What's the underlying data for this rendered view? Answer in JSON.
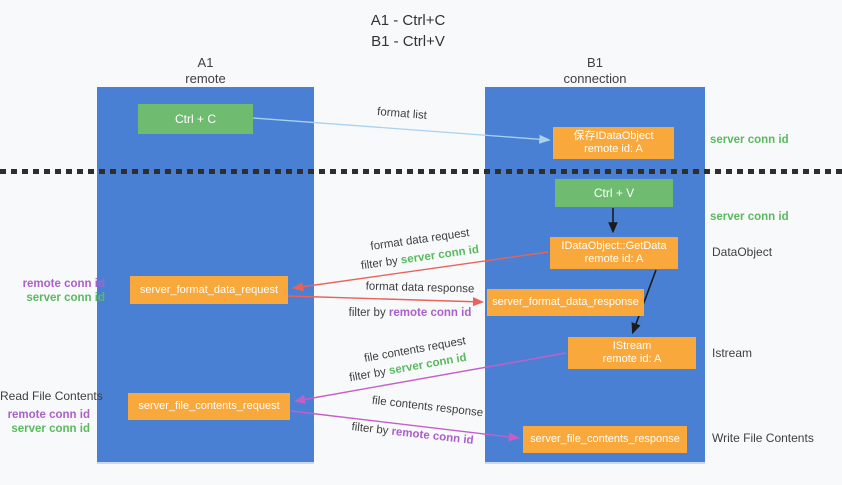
{
  "title": {
    "line1": "A1 - Ctrl+C",
    "line2": "B1 - Ctrl+V"
  },
  "lanes": {
    "a1": {
      "name": "A1",
      "subtitle": "remote"
    },
    "b1": {
      "name": "B1",
      "subtitle": "connection"
    }
  },
  "boxes": {
    "ctrl_c": "Ctrl + C",
    "ctrl_v": "Ctrl + V",
    "save_idataobject": {
      "line1": "保存IDataObject",
      "line2": "remote id: A"
    },
    "getdata": {
      "line1": "IDataObject::GetData",
      "line2": "remote id: A"
    },
    "istream": {
      "line1": "IStream",
      "line2": "remote id: A"
    },
    "format_request": "server_format_data_request",
    "format_response": "server_format_data_response",
    "file_request": "server_file_contents_request",
    "file_response": "server_file_contents_response"
  },
  "labels": {
    "format_list": "format list",
    "format_data_request": "format data request",
    "format_data_response": "format data response",
    "file_contents_request": "file contents request",
    "file_contents_response": "file contents response",
    "filter_by": "filter by",
    "server_conn_id": "server conn id",
    "remote_conn_id": "remote conn id"
  },
  "side_labels": {
    "server_conn_id_top": "server conn id",
    "server_conn_id_mid": "server conn id",
    "dataobject": "DataObject",
    "istream": "Istream",
    "write_file_contents": "Write File Contents",
    "read_file_contents": "Read File Contents",
    "remote_conn_id": "remote conn id",
    "server_conn_id": "server conn id"
  },
  "colors": {
    "background": "#f8f9fb",
    "lane-blue": "#4a80d4",
    "green-box": "#6fbc71",
    "orange-box": "#f9a83c",
    "green-text": "#5bb95f",
    "purple-text": "#ab5fc9",
    "red-arrow": "#e8635a",
    "magenta-arrow": "#c45ec9",
    "lightblue-arrow": "#a9d2ee",
    "black-arrow": "#1b1b1b",
    "dark-text": "#3f3f3f"
  }
}
